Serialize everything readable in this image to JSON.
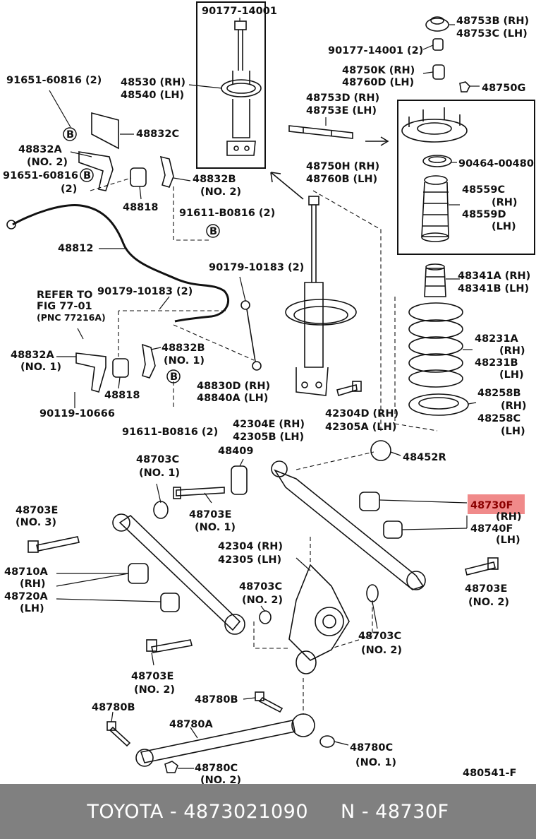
{
  "footer": {
    "brand": "TOYOTA",
    "part_number": "4873021090",
    "ref_code": "48730F"
  },
  "highlight_color": "#f08a8a",
  "diagram_id": "480541-F",
  "labels": {
    "strut_top_bolt": "90177-14001",
    "strut_rh": "48530 (RH)",
    "strut_lh": "48540 (LH)",
    "cap_rh": "48753B (RH)",
    "cap_lh": "48753C (LH)",
    "nut_top": "90177-14001 (2)",
    "bushing_rh": "48750K (RH)",
    "bushing_lh": "48760D (LH)",
    "nut_48750g": "48750G",
    "bracket_rh": "48753D (RH)",
    "bracket_lh": "48753E (LH)",
    "support_rh": "48750H (RH)",
    "support_lh": "48760B (LH)",
    "washer": "90464-00480",
    "boot_rh": "48559C",
    "boot_rh_side": "(RH)",
    "boot_lh": "48559D",
    "boot_lh_side": "(LH)",
    "bumper_rh": "48341A (RH)",
    "bumper_lh": "48341B (LH)",
    "spring_rh": "48231A",
    "spring_rh_side": "(RH)",
    "spring_lh": "48231B",
    "spring_lh_side": "(LH)",
    "insulator_rh": "48258B",
    "insulator_rh_side": "(RH)",
    "insulator_lh": "48258C",
    "insulator_lh_side": "(LH)",
    "bolt_91651_a": "91651-60816 (2)",
    "bracket_48832c": "48832C",
    "bracket_48832a_no2": "48832A",
    "no2_a": "(NO. 2)",
    "bolt_91651_b": "91651-60816",
    "qty_2": "(2)",
    "bracket_48832b_no2": "48832B",
    "no2_b": "(NO. 2)",
    "bushing_48818_top": "48818",
    "bolt_91611_top": "91611-B0816 (2)",
    "stabilizer_bar": "48812",
    "nut_90179_a": "90179-10183 (2)",
    "refer_to_1": "REFER TO",
    "refer_to_2": "FIG 77-01",
    "refer_to_3": "(PNC 77216A)",
    "nut_90179_b": "90179-10183 (2)",
    "bracket_48832a_no1": "48832A",
    "no1_a": "(NO. 1)",
    "bracket_48832b_no1": "48832B",
    "no1_b": "(NO. 1)",
    "bushing_48818_bottom": "48818",
    "bolt_90119": "90119-10666",
    "link_rh": "48830D (RH)",
    "link_lh": "48840A (LH)",
    "bolt_91611_bottom": "91611-B0816 (2)",
    "bolt_42304d_rh": "42304D (RH)",
    "bolt_42305a_lh": "42305A (LH)",
    "nut_42304e_rh": "42304E (RH)",
    "nut_42305b_lh": "42305B (LH)",
    "cam_48703c_no1": "48703C",
    "no1_c": "(NO. 1)",
    "washer_48409": "48409",
    "bushing_48452r": "48452R",
    "bolt_48703e_no3": "48703E",
    "no3": "(NO. 3)",
    "bolt_48703e_no1": "48703E",
    "no1_d": "(NO. 1)",
    "arm_48730f": "48730F",
    "arm_rh": "(RH)",
    "arm_48740f": "48740F",
    "arm_lh": "(LH)",
    "arm_48710a": "48710A",
    "arm_48710a_side": "(RH)",
    "arm_48720a": "48720A",
    "arm_48720a_side": "(LH)",
    "knuckle_rh": "42304 (RH)",
    "knuckle_lh": "42305 (LH)",
    "cam_48703c_no2_a": "48703C",
    "no2_c": "(NO. 2)",
    "bolt_48703e_no2_right": "48703E",
    "no2_d": "(NO. 2)",
    "cam_48703c_no2_b": "48703C",
    "no2_e": "(NO. 2)",
    "bolt_48703e_no2_left": "48703E",
    "no2_f": "(NO. 2)",
    "bolt_48780b_left": "48780B",
    "bolt_48780b_mid": "48780B",
    "strut_rod": "48780A",
    "nut_48780c_no1": "48780C",
    "no1_e": "(NO. 1)",
    "nut_48780c_no2": "48780C",
    "no2_g": "(NO. 2)",
    "callout_b": "B"
  }
}
